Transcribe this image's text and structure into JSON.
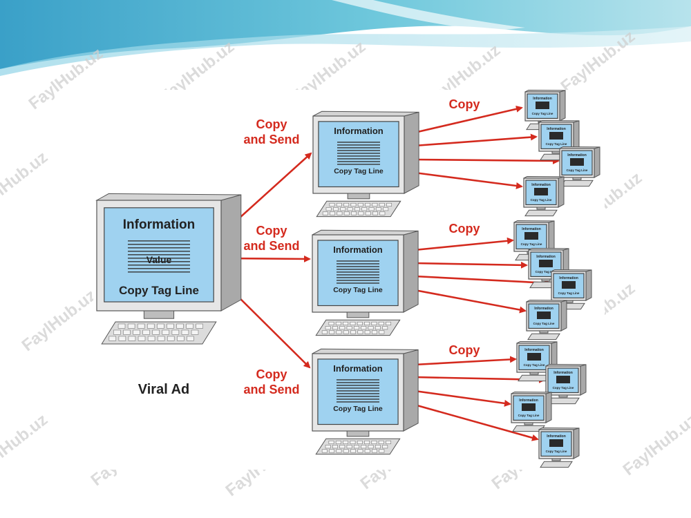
{
  "slide": {
    "watermark": "FaylHub.uz"
  },
  "diagram": {
    "main_computer": {
      "screen_title": "Information",
      "screen_value": "Value",
      "screen_footer": "Copy Tag Line",
      "caption": "Viral Ad"
    },
    "send_label": "Copy\nand Send",
    "copy_label": "Copy",
    "mid_computer": {
      "screen_title": "Information",
      "screen_footer": "Copy Tag Line"
    },
    "small_computer": {
      "screen_title": "Information",
      "screen_footer": "Copy Tag Line"
    }
  },
  "colors": {
    "arrow": "#d42a1e",
    "screen": "#9fd2f0",
    "computer_body": "#e6e6e6",
    "label_red": "#d42a1e"
  }
}
